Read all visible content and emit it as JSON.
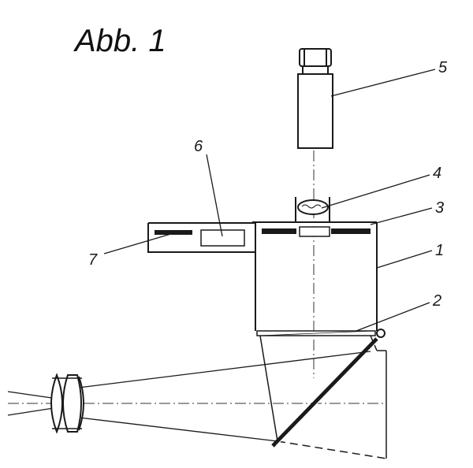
{
  "figure": {
    "title": "Abb. 1",
    "labels": {
      "l1": "1",
      "l2": "2",
      "l3": "3",
      "l4": "4",
      "l5": "5",
      "l6": "6",
      "l7": "7"
    }
  },
  "colors": {
    "ink": "#1a1a1a",
    "paper": "#ffffff"
  }
}
